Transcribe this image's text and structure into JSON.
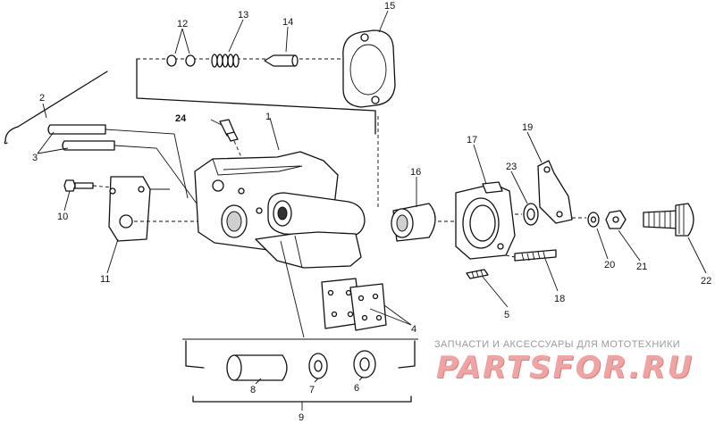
{
  "diagram": {
    "callouts": [
      "1",
      "2",
      "3",
      "4",
      "5",
      "6",
      "7",
      "8",
      "9",
      "10",
      "11",
      "12",
      "13",
      "14",
      "15",
      "16",
      "17",
      "18",
      "19",
      "20",
      "21",
      "22",
      "23",
      "24"
    ]
  },
  "watermark": {
    "caption": "ЗАПЧАСТИ И АКСЕССУАРЫ ДЛЯ МОТОТЕХНИКИ",
    "brand": "PARTSFOR.RU"
  }
}
